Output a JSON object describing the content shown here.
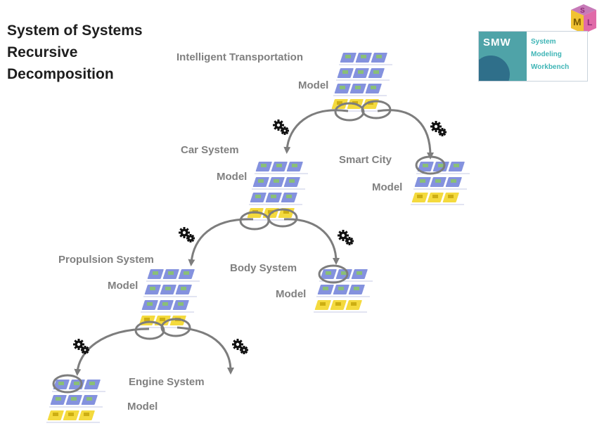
{
  "title": {
    "line1": "System of Systems",
    "line2": "Recursive",
    "line3": "Decomposition"
  },
  "logo": {
    "abbr": "SMW",
    "line1": "System",
    "line2": "Modeling",
    "line3": "Workbench",
    "cube_letters": [
      "S",
      "M",
      "L"
    ]
  },
  "nodes": {
    "intelligent_transportation": {
      "name": "Intelligent Transportation",
      "model": "Model"
    },
    "car_system": {
      "name": "Car System",
      "model": "Model"
    },
    "smart_city": {
      "name": "Smart City",
      "model": "Model"
    },
    "propulsion_system": {
      "name": "Propulsion System",
      "model": "Model"
    },
    "body_system": {
      "name": "Body System",
      "model": "Model"
    },
    "engine_system": {
      "name": "Engine System",
      "model": "Model"
    }
  },
  "colors": {
    "label_gray": "#808080",
    "arrow_gray": "#7d7d7d",
    "diagram_blue": "#6e7fd8",
    "diagram_green": "#8bc46b",
    "diagram_yellow": "#f2d31c",
    "logo_teal": "#4fa3a8"
  }
}
